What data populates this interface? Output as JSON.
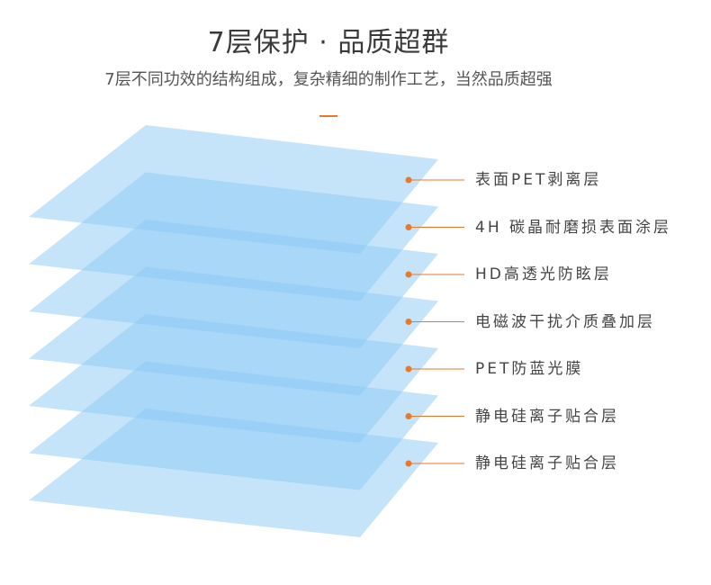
{
  "header": {
    "title": "7层保护 · 品质超群",
    "subtitle": "7层不同功效的结构组成，复杂精细的制作工艺，当然品质超强"
  },
  "colors": {
    "accent": "#e8792a",
    "layer_fill": "#8ccaf6",
    "text": "#444444"
  },
  "layers": [
    {
      "label": "表面PET剥离层"
    },
    {
      "label": "4H 碳晶耐磨损表面涂层"
    },
    {
      "label": "HD高透光防眩层"
    },
    {
      "label": "电磁波干扰介质叠加层"
    },
    {
      "label": "PET防蓝光膜"
    },
    {
      "label": "静电硅离子贴合层"
    },
    {
      "label": "静电硅离子贴合层"
    }
  ]
}
